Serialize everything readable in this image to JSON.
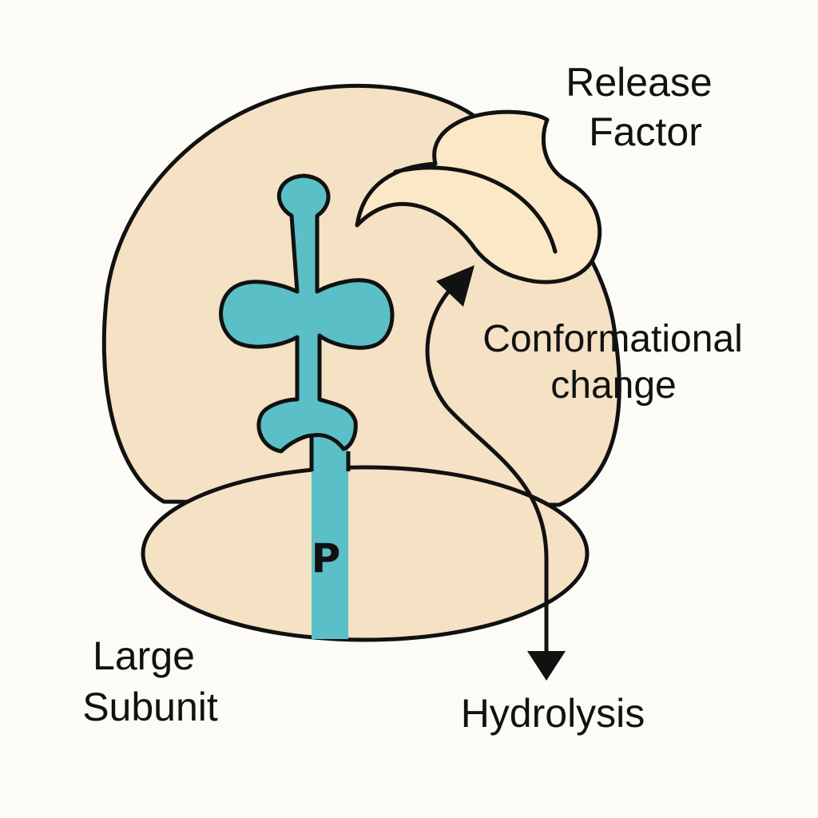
{
  "labels": {
    "release_factor_line1": "Release",
    "release_factor_line2": "Factor",
    "conformational_line1": "Conformational",
    "conformational_line2": "change",
    "large_subunit_line1": "Large",
    "large_subunit_line2": "Subunit",
    "hydrolysis": "Hydrolysis",
    "p_site": "P"
  },
  "colors": {
    "background": "#fdfbf5",
    "ribosome_fill": "#f5e1c3",
    "release_factor_fill": "#fbe8c7",
    "trna_fill": "#5bbfc7",
    "outline": "#111111"
  }
}
